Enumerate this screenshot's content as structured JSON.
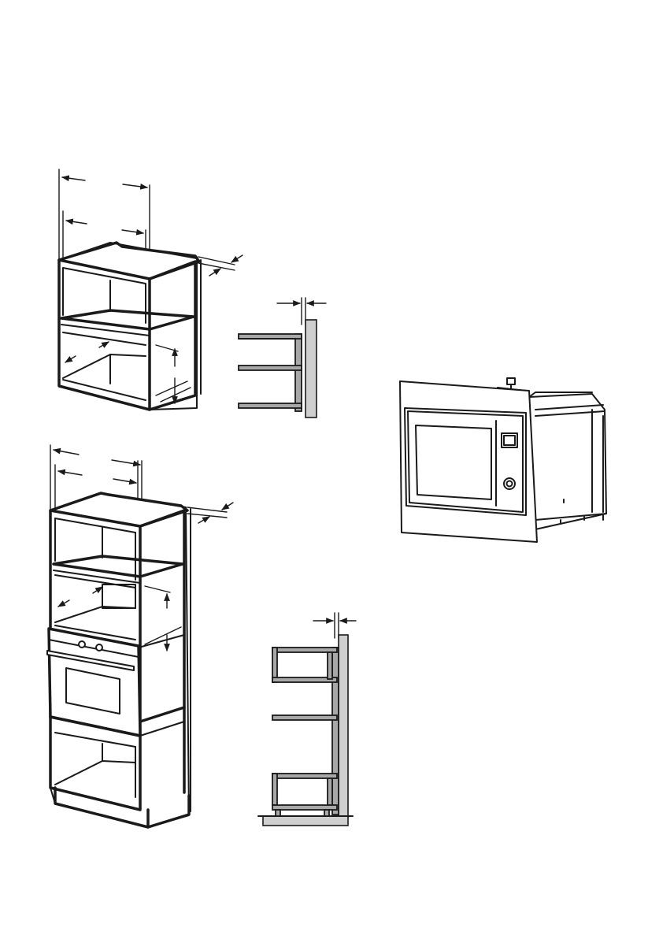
{
  "figures": [
    {
      "id": "upper-cabinet",
      "label": ""
    },
    {
      "id": "upper-wall-section",
      "label": ""
    },
    {
      "id": "microwave-frame",
      "label": ""
    },
    {
      "id": "tall-cabinet",
      "label": ""
    },
    {
      "id": "tall-wall-section",
      "label": ""
    }
  ],
  "colors": {
    "line": "#1a1a1a",
    "wall": "#cfcfcf",
    "shelf": "#a8a8a8",
    "background": "#ffffff"
  }
}
